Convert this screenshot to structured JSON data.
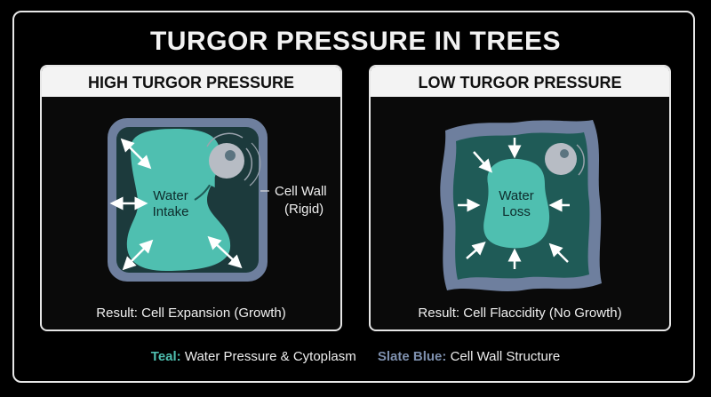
{
  "title": "TURGOR PRESSURE IN TREES",
  "high": {
    "header": "HIGH TURGOR PRESSURE",
    "label_line1": "Water",
    "label_line2": "Intake",
    "wall_line1": "Cell Wall",
    "wall_line2": "(Rigid)",
    "result": "Result: Cell Expansion (Growth)"
  },
  "low": {
    "header": "LOW TURGOR PRESSURE",
    "label_line1": "Water",
    "label_line2": "Loss",
    "result": "Result: Cell Flaccidity (No Growth)"
  },
  "legend": {
    "teal_key": "Teal:",
    "teal_text": "Water Pressure & Cytoplasm",
    "slate_key": "Slate Blue:",
    "slate_text": "Cell Wall Structure"
  },
  "colors": {
    "teal": "#4fbfb0",
    "dark_teal": "#1f5b57",
    "slate_blue": "#6e7f9e",
    "background": "#000000"
  }
}
